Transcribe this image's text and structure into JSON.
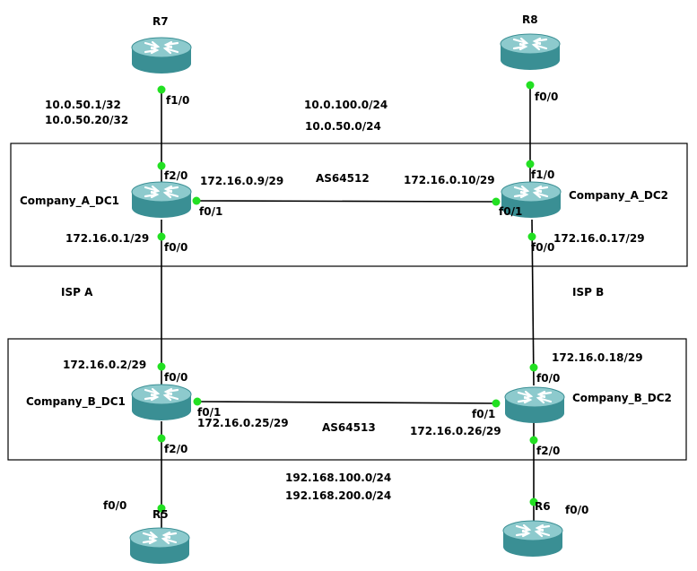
{
  "colors": {
    "link": "#000000",
    "interface_dot": "#22e022",
    "router_body": "#3a8f94",
    "router_top": "#8dcacd",
    "router_arrows": "#ffffff",
    "box_border": "#000000"
  },
  "routers": {
    "r7": "R7",
    "r8": "R8",
    "a_dc1": "Company_A_DC1",
    "a_dc2": "Company_A_DC2",
    "b_dc1": "Company_B_DC1",
    "b_dc2": "Company_B_DC2",
    "r5": "R5",
    "r6": "R6"
  },
  "autonomous_systems": {
    "company_a": "AS64512",
    "company_b": "AS64513"
  },
  "isp_labels": {
    "left": "ISP A",
    "right": "ISP B"
  },
  "interfaces": {
    "r7_f1_0": "f1/0",
    "r8_f0_0": "f0/0",
    "a_dc1_f2_0": "f2/0",
    "a_dc1_f0_1": "f0/1",
    "a_dc1_f0_0": "f0/0",
    "a_dc2_f1_0": "f1/0",
    "a_dc2_f0_1": "f0/1",
    "a_dc2_f0_0": "f0/0",
    "b_dc1_f0_0": "f0/0",
    "b_dc1_f0_1": "f0/1",
    "b_dc1_f2_0": "f2/0",
    "b_dc2_f0_0": "f0/0",
    "b_dc2_f0_1": "f0/1",
    "b_dc2_f2_0": "f2/0",
    "r5_f0_0": "f0/0",
    "r6_f0_0": "f0/0"
  },
  "addresses": {
    "r7_net_1": "10.0.50.1/32",
    "r7_net_2": "10.0.50.20/32",
    "r8_net_1": "10.0.100.0/24",
    "r8_net_2": "10.0.50.0/24",
    "a_dc1_f0_1": "172.16.0.9/29",
    "a_dc2_f0_1": "172.16.0.10/29",
    "a_dc1_f0_0": "172.16.0.1/29",
    "a_dc2_f0_0": "172.16.0.17/29",
    "b_dc1_f0_0": "172.16.0.2/29",
    "b_dc2_f0_0": "172.16.0.18/29",
    "b_dc1_f0_1": "172.16.0.25/29",
    "b_dc2_f0_1": "172.16.0.26/29",
    "lan_1": "192.168.100.0/24",
    "lan_2": "192.168.200.0/24"
  }
}
